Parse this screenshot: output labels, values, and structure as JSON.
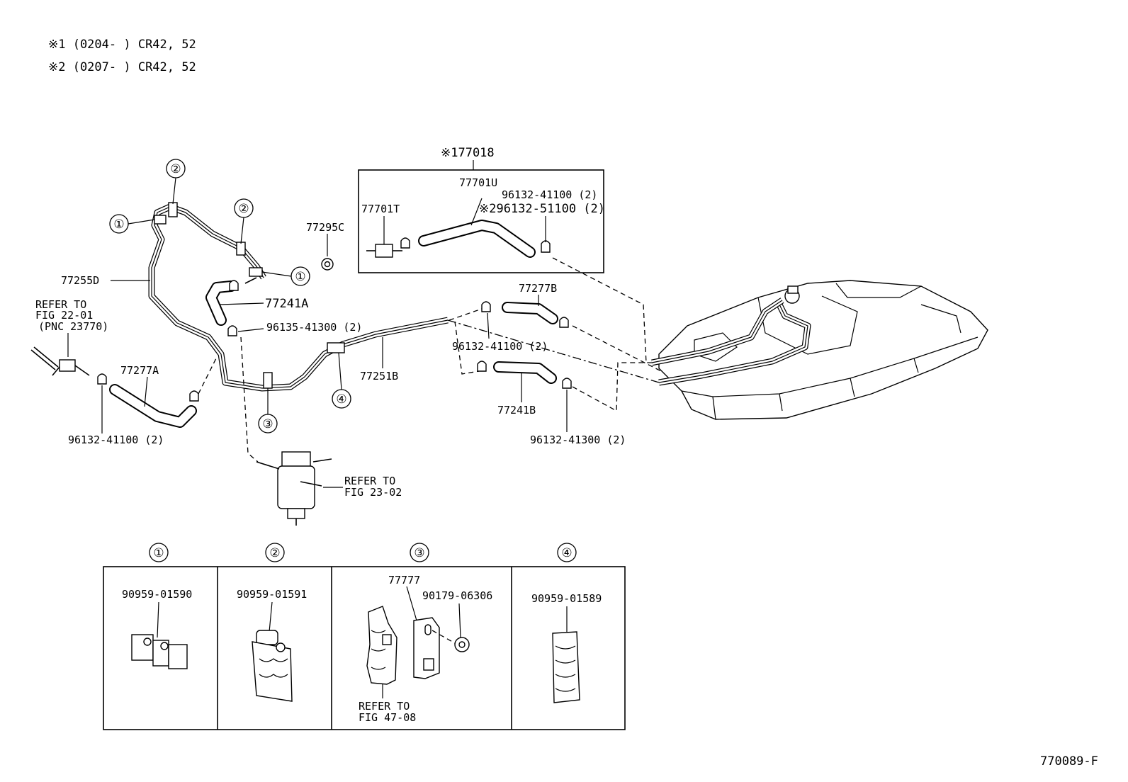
{
  "legend": {
    "note1": "※1 (0204-     ) CR42, 52",
    "note2": "※2 (0207-     ) CR42, 52"
  },
  "labels": {
    "assembly": "※177018",
    "p77701U": "77701U",
    "p77701T": "77701T",
    "p96132_41100_top": "96132-41100 (2)",
    "p96132_51100": "※296132-51100 (2)",
    "p77295C": "77295C",
    "p77255D": "77255D",
    "p77241A": "77241A",
    "p96135_41300": "96135-41300 (2)",
    "refer_22_1": "REFER TO",
    "refer_22_2": "FIG 22-01",
    "refer_22_3": "(PNC 23770)",
    "p77277A": "77277A",
    "p96132_41100_left": "96132-41100 (2)",
    "p77277B": "77277B",
    "p96132_41100_mid": "96132-41100 (2)",
    "p77251B": "77251B",
    "p77241B": "77241B",
    "p96132_41300": "96132-41300 (2)",
    "refer_23_1": "REFER TO",
    "refer_23_2": "FIG 23-02",
    "c1": "①",
    "c2": "②",
    "c3": "③",
    "c4": "④"
  },
  "detail_boxes": [
    {
      "marker": "①",
      "part": "90959-01590"
    },
    {
      "marker": "②",
      "part": "90959-01591"
    },
    {
      "marker": "③",
      "part_a": "77777",
      "part_b": "90179-06306",
      "refer_1": "REFER TO",
      "refer_2": "FIG 47-08"
    },
    {
      "marker": "④",
      "part": "90959-01589"
    }
  ],
  "figure_id": "770089-F"
}
